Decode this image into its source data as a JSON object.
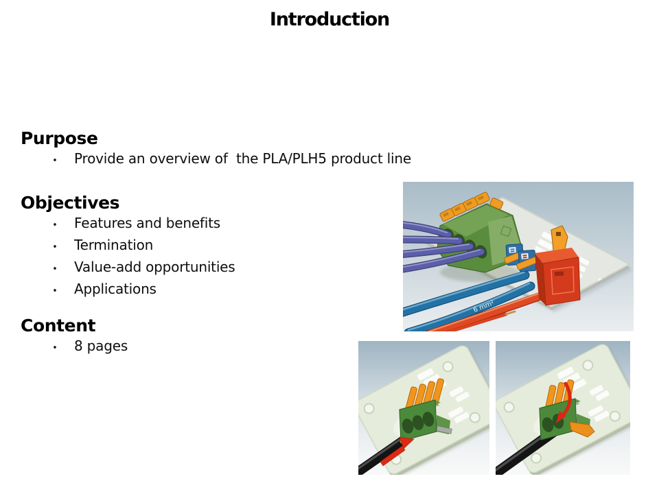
{
  "slide": {
    "title": "Introduction",
    "bullet_char": "•",
    "sections": [
      {
        "heading": "Purpose",
        "bullets": [
          "Provide an overview of  the PLA/PLH5 product line"
        ]
      },
      {
        "heading": "Objectives",
        "bullets": [
          "Features and benefits",
          "Termination",
          "Value-add opportunities",
          "Applications"
        ]
      },
      {
        "heading": "Content",
        "bullets": [
          "8 pages"
        ]
      }
    ]
  },
  "images": {
    "main": {
      "wire_label": "6 mm²"
    }
  },
  "colors": {
    "terminal_green": "#5a8c3d",
    "lever_orange": "#f09d28",
    "block_red": "#d43a1c",
    "wire_blue": "#2272a5",
    "wire_purple": "#5b5ea8",
    "arrow_red": "#d9301c"
  }
}
